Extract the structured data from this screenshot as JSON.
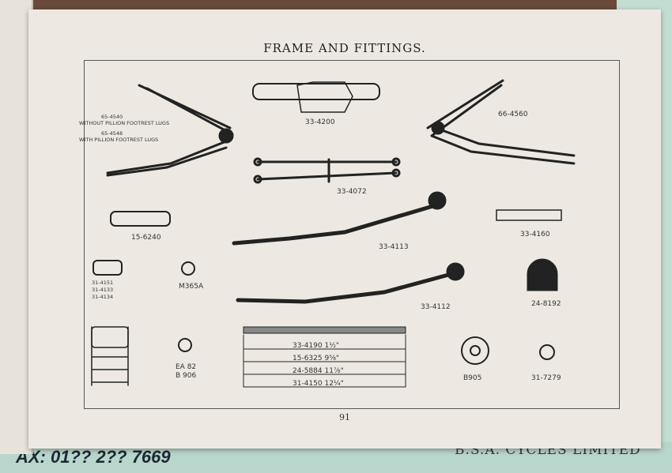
{
  "page": {
    "title": "FRAME AND FITTINGS.",
    "page_number": "91",
    "parts": {
      "p65_4540": "65-4540",
      "p65_4540_desc": "WITHOUT PILLION FOOTREST LUGS",
      "p65_4548": "65-4548",
      "p65_4548_desc": "WITH PILLION FOOTREST LUGS",
      "p33_4200": "33-4200",
      "p66_4560": "66-4560",
      "p33_4072": "33-4072",
      "p15_6240": "15-6240",
      "p33_4113": "33-4113",
      "p33_4160": "33-4160",
      "p31_4151": "31-4151",
      "p31_4133": "31-4133",
      "p31_4134": "31-4134",
      "pM365A": "M365A",
      "p33_4112": "33-4112",
      "p24_8192": "24-8192",
      "pEA82": "EA 82",
      "pB906": "B 906",
      "pB905": "B905",
      "p31_7279": "31-7279"
    },
    "spindles": [
      "33-4190  1½\"",
      "15-6325  9⅝\"",
      "24-5884  11⅞\"",
      "31-4150  12¼\""
    ]
  },
  "background": {
    "company": "B.S.A. CYCLES LIMITED",
    "fax": "AX: 01?? 2?? 7669"
  }
}
